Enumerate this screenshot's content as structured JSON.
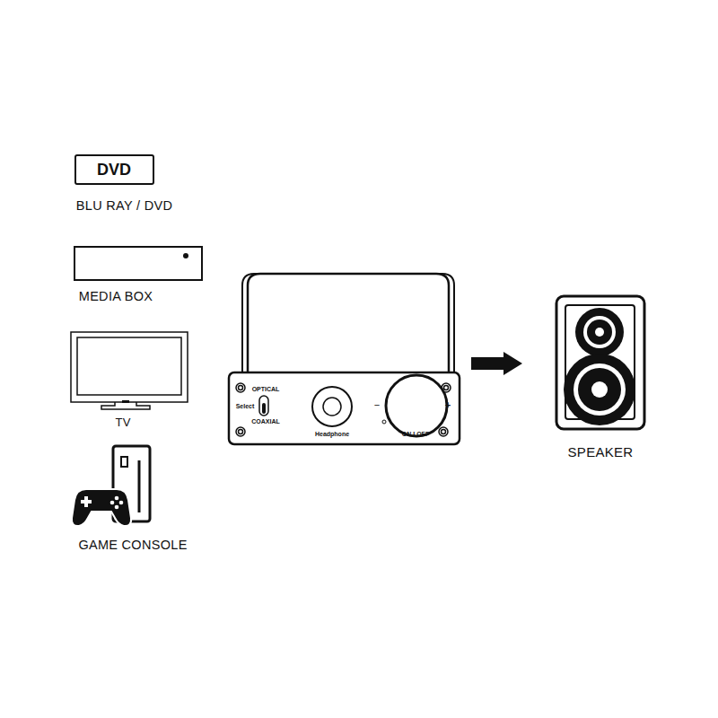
{
  "diagram": {
    "nodes": [
      {
        "text": [
          "DVD",
          "BLU RAY / DVD"
        ]
      },
      {
        "text": [
          "MEDIA  BOX"
        ]
      },
      {
        "text": [
          "TV"
        ]
      },
      {
        "text": [
          "GAME CONSOLE"
        ]
      },
      {
        "text": [
          "OPTICAL",
          "Select",
          "COAXIAL",
          "Headphone",
          "−",
          "+",
          "ON I OFF"
        ]
      },
      {
        "text": [
          "SPEAKER"
        ]
      }
    ],
    "edges": [
      {
        "from": 4,
        "to": 5,
        "arrow": "to"
      }
    ]
  }
}
